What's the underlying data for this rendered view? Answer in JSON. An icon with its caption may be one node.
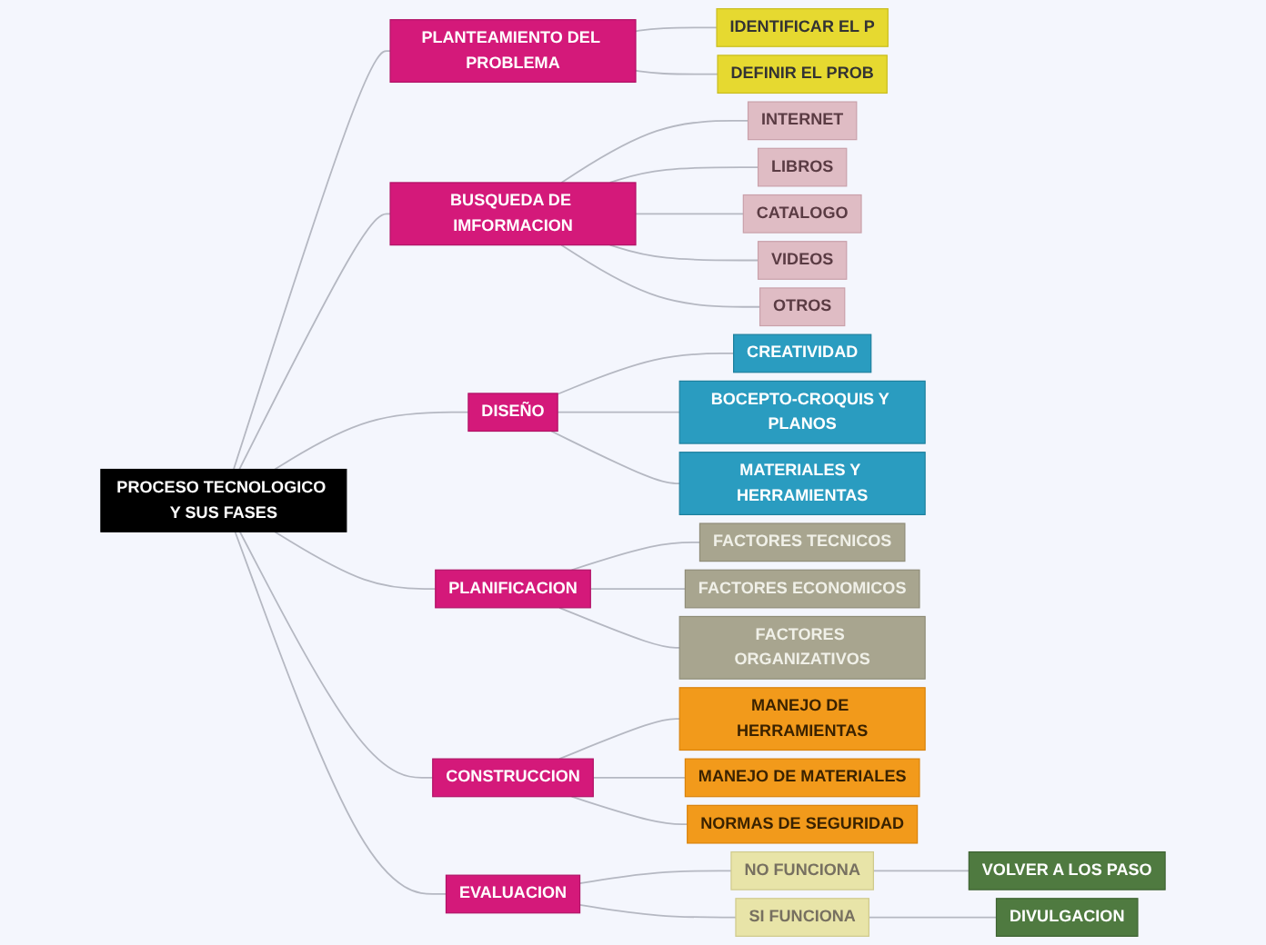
{
  "diagram": {
    "nodes": [
      {
        "text": [
          "PROCESO TECNOLOGICO Y SUS FASES"
        ]
      },
      {
        "text": [
          "PLANTEAMIENTO DEL PROBLEMA"
        ]
      },
      {
        "text": [
          "IDENTIFICAR EL P"
        ]
      },
      {
        "text": [
          "DEFINIR EL PROB"
        ]
      },
      {
        "text": [
          "BUSQUEDA DE IMFORMACION"
        ]
      },
      {
        "text": [
          "INTERNET"
        ]
      },
      {
        "text": [
          "LIBROS"
        ]
      },
      {
        "text": [
          "CATALOGO"
        ]
      },
      {
        "text": [
          "VIDEOS"
        ]
      },
      {
        "text": [
          "OTROS"
        ]
      },
      {
        "text": [
          "DISEÑO"
        ]
      },
      {
        "text": [
          "CREATIVIDAD"
        ]
      },
      {
        "text": [
          "BOCEPTO-CROQUIS Y PLANOS"
        ]
      },
      {
        "text": [
          "MATERIALES Y HERRAMIENTAS"
        ]
      },
      {
        "text": [
          "PLANIFICACION"
        ]
      },
      {
        "text": [
          "FACTORES TECNICOS"
        ]
      },
      {
        "text": [
          "FACTORES ECONOMICOS"
        ]
      },
      {
        "text": [
          "FACTORES ORGANIZATIVOS"
        ]
      },
      {
        "text": [
          "CONSTRUCCION"
        ]
      },
      {
        "text": [
          "MANEJO DE HERRAMIENTAS"
        ]
      },
      {
        "text": [
          "MANEJO DE MATERIALES"
        ]
      },
      {
        "text": [
          "NORMAS DE SEGURIDAD"
        ]
      },
      {
        "text": [
          "EVALUACION"
        ]
      },
      {
        "text": [
          "NO FUNCIONA"
        ]
      },
      {
        "text": [
          "VOLVER A LOS PASO"
        ]
      },
      {
        "text": [
          "SI FUNCIONA"
        ]
      },
      {
        "text": [
          "DIVULGACION"
        ]
      }
    ],
    "edges": [
      {
        "from": 0,
        "to": 1,
        "arrow": "none"
      },
      {
        "from": 1,
        "to": 2,
        "arrow": "none"
      },
      {
        "from": 1,
        "to": 3,
        "arrow": "none"
      },
      {
        "from": 0,
        "to": 4,
        "arrow": "none"
      },
      {
        "from": 4,
        "to": 5,
        "arrow": "none"
      },
      {
        "from": 4,
        "to": 6,
        "arrow": "none"
      },
      {
        "from": 4,
        "to": 7,
        "arrow": "none"
      },
      {
        "from": 4,
        "to": 8,
        "arrow": "none"
      },
      {
        "from": 4,
        "to": 9,
        "arrow": "none"
      },
      {
        "from": 0,
        "to": 10,
        "arrow": "none"
      },
      {
        "from": 10,
        "to": 11,
        "arrow": "none"
      },
      {
        "from": 10,
        "to": 12,
        "arrow": "none"
      },
      {
        "from": 10,
        "to": 13,
        "arrow": "none"
      },
      {
        "from": 0,
        "to": 14,
        "arrow": "none"
      },
      {
        "from": 14,
        "to": 15,
        "arrow": "none"
      },
      {
        "from": 14,
        "to": 16,
        "arrow": "none"
      },
      {
        "from": 14,
        "to": 17,
        "arrow": "none"
      },
      {
        "from": 0,
        "to": 18,
        "arrow": "none"
      },
      {
        "from": 18,
        "to": 19,
        "arrow": "none"
      },
      {
        "from": 18,
        "to": 20,
        "arrow": "none"
      },
      {
        "from": 18,
        "to": 21,
        "arrow": "none"
      },
      {
        "from": 0,
        "to": 22,
        "arrow": "none"
      },
      {
        "from": 22,
        "to": 23,
        "arrow": "none"
      },
      {
        "from": 23,
        "to": 24,
        "arrow": "none"
      },
      {
        "from": 22,
        "to": 25,
        "arrow": "none"
      },
      {
        "from": 25,
        "to": 26,
        "arrow": "none"
      }
    ]
  }
}
